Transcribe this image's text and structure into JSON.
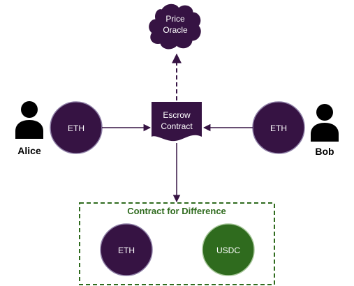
{
  "colors": {
    "node_fill": "#361343",
    "node_stroke": "#8e7fa6",
    "usdc_fill": "#2f6b1e",
    "usdc_stroke": "#a7c79a",
    "arrow": "#361343",
    "group_border": "#2f6b1e",
    "group_title": "#2f6b1e",
    "person": "#000000"
  },
  "diagram": {
    "oracle": {
      "line1": "Price",
      "line2": "Oracle"
    },
    "escrow": {
      "line1": "Escrow",
      "line2": "Contract"
    },
    "alice": {
      "name": "Alice",
      "asset": "ETH",
      "icon": "person-icon"
    },
    "bob": {
      "name": "Bob",
      "asset": "ETH",
      "icon": "person-icon"
    },
    "cfd": {
      "title": "Contract for Difference",
      "asset_left": "ETH",
      "asset_right": "USDC"
    }
  }
}
